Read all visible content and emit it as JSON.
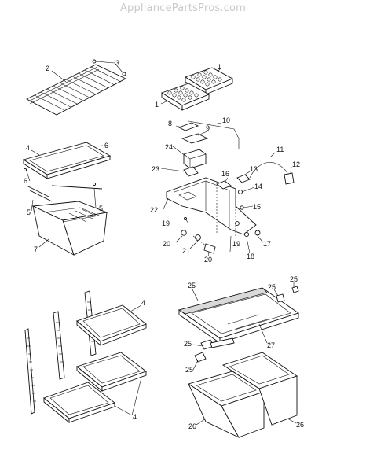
{
  "watermark": "AppliancePartsPros.com",
  "callouts": {
    "c1a": "1",
    "c1b": "1",
    "c2": "2",
    "c3": "3",
    "c4a": "4",
    "c6a": "6",
    "c6b": "6",
    "c5a": "5",
    "c5b": "5",
    "c7": "7",
    "c8": "8",
    "c9": "9",
    "c10": "10",
    "c11": "11",
    "c12": "12",
    "c13": "13",
    "c14": "14",
    "c15": "15",
    "c16": "16",
    "c17": "17",
    "c18": "18",
    "c19a": "19",
    "c19b": "19",
    "c20a": "20",
    "c20b": "20",
    "c21": "21",
    "c22": "22",
    "c23": "23",
    "c24": "24",
    "c4b": "4",
    "c4c": "4",
    "c25a": "25",
    "c25b": "25",
    "c25c": "25",
    "c25d": "25",
    "c25e": "25",
    "c26a": "26",
    "c26b": "26",
    "c27": "27"
  }
}
